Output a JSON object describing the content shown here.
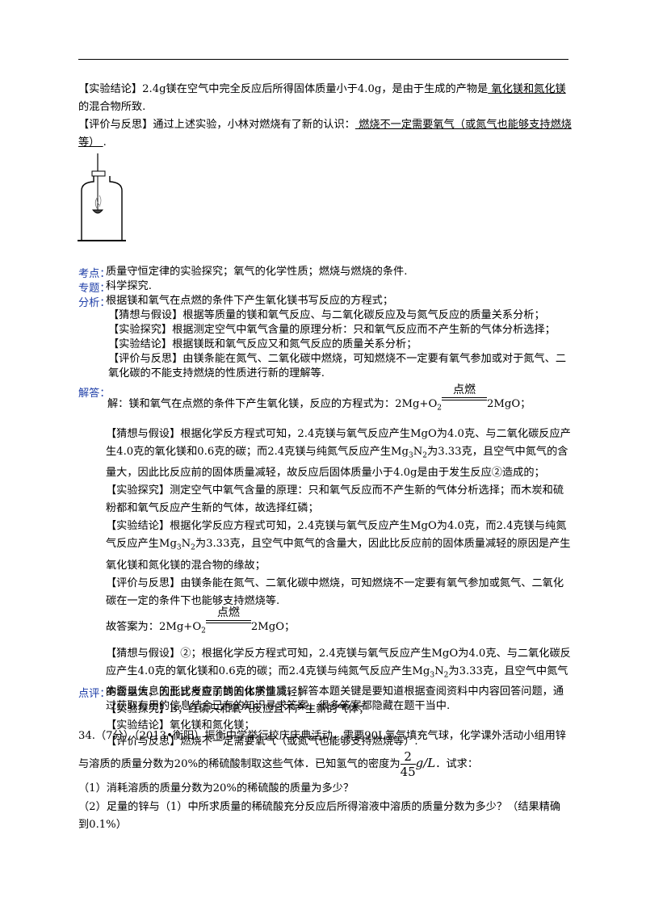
{
  "conclusion": {
    "tag": "【实验结论】",
    "text": "2.4g镁在空气中完全反应后所得固体质量小于4.0g，是由于生成的产物是",
    "answer": "  氧化镁和氮化镁  ",
    "tail": "的混合物所致."
  },
  "reflection": {
    "tag": "【评价与反思】",
    "text": "通过上述实验，小林对燃烧有了新的认识：",
    "answer": "  燃烧不一定需要氧气（或氮气也能够支持燃烧等）   ",
    "tail": "."
  },
  "jar_figure": "bottle-with-burning-spoon-icon",
  "kaodian": {
    "label": "考点：",
    "text": "质量守恒定律的实验探究；氧气的化学性质；燃烧与燃烧的条件."
  },
  "zhuanti": {
    "label": "专题：",
    "text": "科学探究."
  },
  "fenxi": {
    "label": "分析：",
    "lines": [
      "根据镁和氧气在点燃的条件下产生氧化镁书写反应的方程式；",
      "【猜想与假设】根据等质量的镁和氧气反应、与二氧化碳反应及与氮气反应的质量关系分析；",
      "【实验探究】根据测定空气中氧气含量的原理分析：只和氧气反应而不产生新的气体分析选择；",
      "【实验结论】根据镁既和氧气反应又和氮气反应的质量关系分析；",
      "【评价与反思】由镁条能在氮气、二氧化碳中燃烧，可知燃烧不一定要有氧气参加或对于氮气、二氧化碳的不能支持燃烧的性质进行新的理解等."
    ]
  },
  "jieda": {
    "label": "解答：",
    "intro": "解：镁和氧气在点燃的条件下产生氧化镁，反应的方程式为：",
    "eq_left": "2Mg+O",
    "eq_sub": "2",
    "eq_cond": "点燃",
    "eq_right": "2MgO；",
    "p1a": "【猜想与假设】根据化学反方程式可知，2.4克镁与氧气反应产生MgO为4.0克、与二氧化碳反应产生4.0克的氧化镁和0.6克的碳；而2.4克镁与纯氮气反应产生Mg",
    "p1sub1": "3",
    "p1b": "N",
    "p1sub2": "2",
    "p1c": "为3.33克，且空气中氮气的含量大，因此比反应前的固体质量减轻，故反应后固体质量小于4.0g是由于发生反应②造成的；",
    "p2": "【实验探究】测定空气中氧气含量的原理：只和氧气反应而不产生新的气体分析选择；而木炭和硫粉都和氧气反应产生新的气体，故选择红磷；",
    "p3a": "【实验结论】根据化学反应方程式可知，2.4克镁与氧气反应产生MgO为4.0克，而2.4克镁与纯氮气反应产生Mg",
    "p3b": "N",
    "p3c": "为3.33克，且空气中氮气的含量大，因此比反应前的固体质量减轻的原因是产生氧化镁和氮化镁的混合物的缘故；",
    "p4": "【评价与反思】由镁条能在氮气、二氧化碳中燃烧，可知燃烧不一定要有氧气参加或氮气、二氧化碳在一定的条件下也能够支持燃烧等.",
    "ans_intro": "故答案为：",
    "a1a": "【猜想与假设】②；根据化学反方程式可知，2.4克镁与氧气反应产生MgO为4.0克、与二氧化碳反应产生4.0克的氧化镁和0.6克的碳；而2.4克镁与纯氮气反应产生Mg",
    "a1c": "为3.33克，且空气中氮气的含量大，因此比反应前的固体质量减轻；",
    "a2": "【实验探究】B；红磷只和氧气反应且不产生新的气体；",
    "a3": "【实验结论】氧化镁和氮化镁；",
    "a4": "【评价与反思】燃烧不一定需要氧气（或氮气也能够支持燃烧等）."
  },
  "dianping": {
    "label": "点评：",
    "text": "本题以信息的形式考查了镁的化学性质，解答本题关键是要知道根据查阅资料中内容回答问题，通过获取有用的信息结合已有的知识寻求答案，很多答案都隐藏在题干当中."
  },
  "q34": {
    "stem1": "34.（7分）（2013•衡阳）振衡中学举行校庆庆典活动，需要90L氢气填充气球，化学课外活动小组用锌",
    "stem2": "与溶质的质量分数为20%的稀硫酸制取这些气体．已知氢气的密度为",
    "frac_num": "2",
    "frac_den": "45",
    "unit": "g/L",
    "stem2_tail": "．试求：",
    "q1": "（1）消耗溶质的质量分数为20%的稀硫酸的质量为多少？",
    "q2": "（2）足量的锌与（1）中所求质量的稀硫酸充分反应后所得溶液中溶质的质量分数为多少？（结果精确到0.1%）"
  }
}
